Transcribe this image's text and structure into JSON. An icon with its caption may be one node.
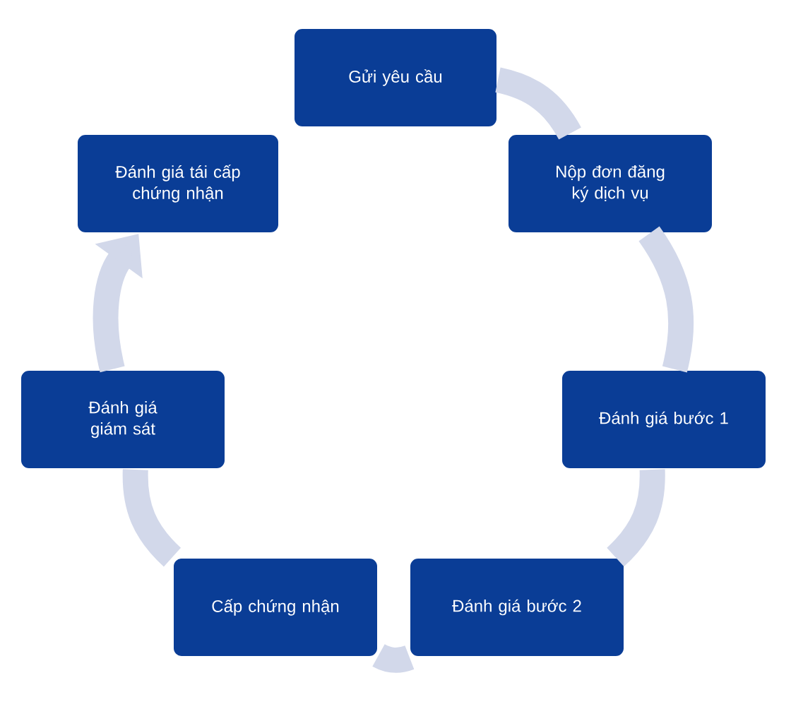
{
  "diagram": {
    "nodes": [
      {
        "text": [
          "Gửi yêu cầu"
        ]
      },
      {
        "text": [
          "Nộp đơn đăng ký dịch vụ"
        ]
      },
      {
        "text": [
          "Đánh giá bước 1"
        ]
      },
      {
        "text": [
          "Đánh giá bước 2"
        ]
      },
      {
        "text": [
          "Cấp chứng nhận"
        ]
      },
      {
        "text": [
          "Đánh giá giám sát"
        ]
      },
      {
        "text": [
          "Đánh giá tái cấp chứng nhận"
        ]
      }
    ],
    "edges": [
      {
        "from": 0,
        "to": 1,
        "arrow": "none"
      },
      {
        "from": 1,
        "to": 2,
        "arrow": "none"
      },
      {
        "from": 2,
        "to": 3,
        "arrow": "none"
      },
      {
        "from": 3,
        "to": 4,
        "arrow": "none"
      },
      {
        "from": 4,
        "to": 5,
        "arrow": "none"
      },
      {
        "from": 5,
        "to": 6,
        "arrow": "to"
      }
    ]
  }
}
